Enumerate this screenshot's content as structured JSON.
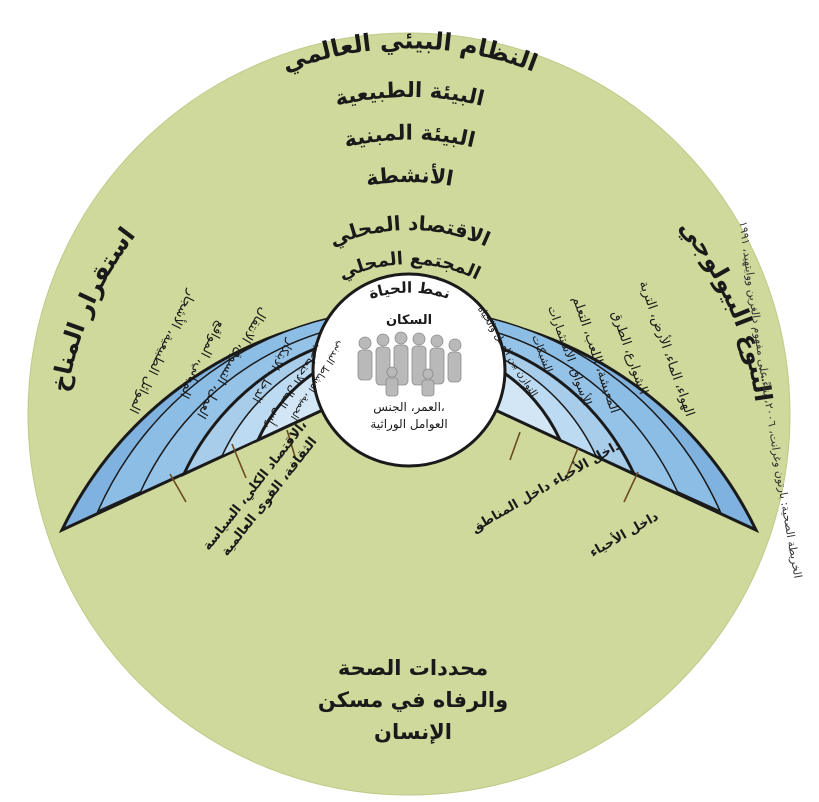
{
  "diagram": {
    "outer_title": "النظام البيئي العالمي",
    "left_outer": "استقرار المناخ",
    "right_outer": "التنوع البيولوجي",
    "source_note": "الخريطة الصحية: بارتون وغرانت، ٢٠٠٦، بناءً على مفهوم دالغرين ووايتهيد، ١٩٩١",
    "band_titles": {
      "natural": "البيئة الطبيعية",
      "built": "البيئة المبنية",
      "activities": "الأنشطة",
      "local_economy": "الاقتصاد المحلي",
      "community": "المجتمع المحلي",
      "lifestyle": "نمط الحياة"
    },
    "radial_labels": {
      "left_1": "الموائل الطبيعية، الأشجار",
      "left_2": "المباني، المواقع",
      "left_3": "العمل، التسوق، الانتقال",
      "left_4": "الدخل، الابتكار",
      "left_5": "رأس المال الاجتماعي",
      "left_6": "الحمية، النشاط البدني",
      "right_1": "الهواء، الماء، الأرض، التربة",
      "right_2": "الشوارع، الطرق",
      "right_3": "المعيشة، اللعب، التعلم",
      "right_4": "الأسواق، الاستثمارات",
      "right_5": "الشبكات",
      "right_6": "التوازن بين العمل والحياة"
    },
    "center": {
      "title": "السكان",
      "line1": "العمر، الجنس،",
      "line2": "العوامل الوراثية"
    },
    "bottom_left": {
      "line1": "الاقتصاد الكلي، السياسة،",
      "line2": "الثقافة، القوى العالمية"
    },
    "bottom_right": {
      "line1": "داخل الأحياء داخل المناطق",
      "line2": "داخل الأحياء"
    },
    "bottom_center": {
      "line1": "محددات الصحة",
      "line2": "والرفاه في مسكن",
      "line3": "الإنسان"
    },
    "colors": {
      "outer_disc": "#cfd99b",
      "blue_dark": "#7fb2df",
      "blue_mid": "#a8cdeb",
      "blue_light": "#d2e6f5",
      "center_bg": "#ffffff",
      "ring_stroke": "#1a1a1a",
      "arrow": "#6b4a1f"
    }
  }
}
